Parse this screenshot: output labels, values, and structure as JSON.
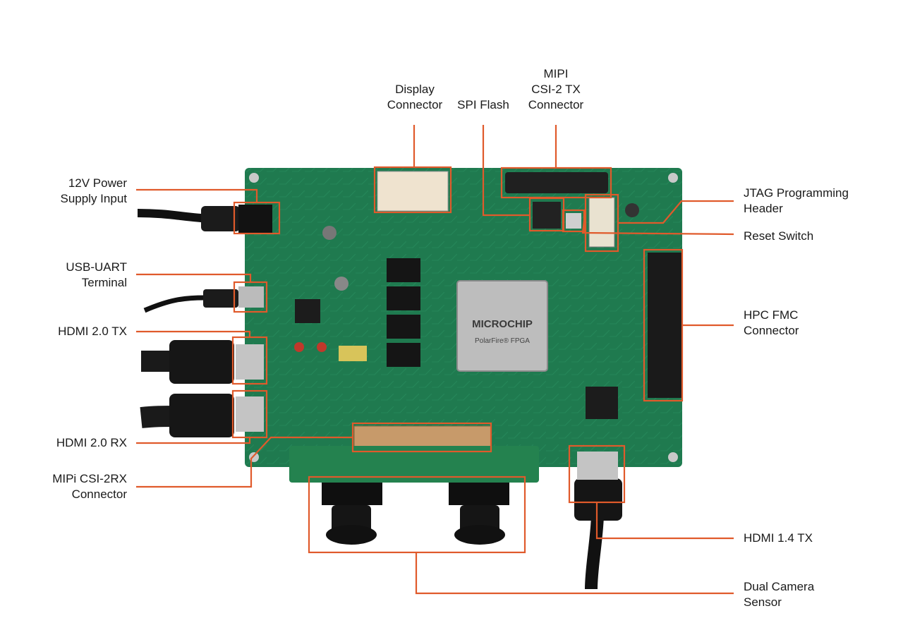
{
  "diagram": {
    "accent_color": "#e05a2b",
    "board_color": "#1f7a4f",
    "chip": {
      "brand": "MICROCHIP",
      "model": "PolarFire® FPGA"
    },
    "labels": {
      "display_connector": "Display\nConnector",
      "spi_flash": "SPI Flash",
      "mipi_csi2_tx": "MIPI\nCSI-2 TX\nConnector",
      "power_input": "12V Power\nSupply Input",
      "usb_uart": "USB-UART\nTerminal",
      "hdmi20_tx": "HDMI 2.0 TX",
      "hdmi20_rx": "HDMI 2.0 RX",
      "mipi_csi2_rx": "MIPi CSI-2RX\nConnector",
      "jtag_header": "JTAG Programming\nHeader",
      "reset_switch": "Reset Switch",
      "hpc_fmc": "HPC FMC\nConnector",
      "hdmi14_tx": "HDMI 1.4 TX",
      "dual_camera": "Dual Camera\nSensor"
    }
  }
}
